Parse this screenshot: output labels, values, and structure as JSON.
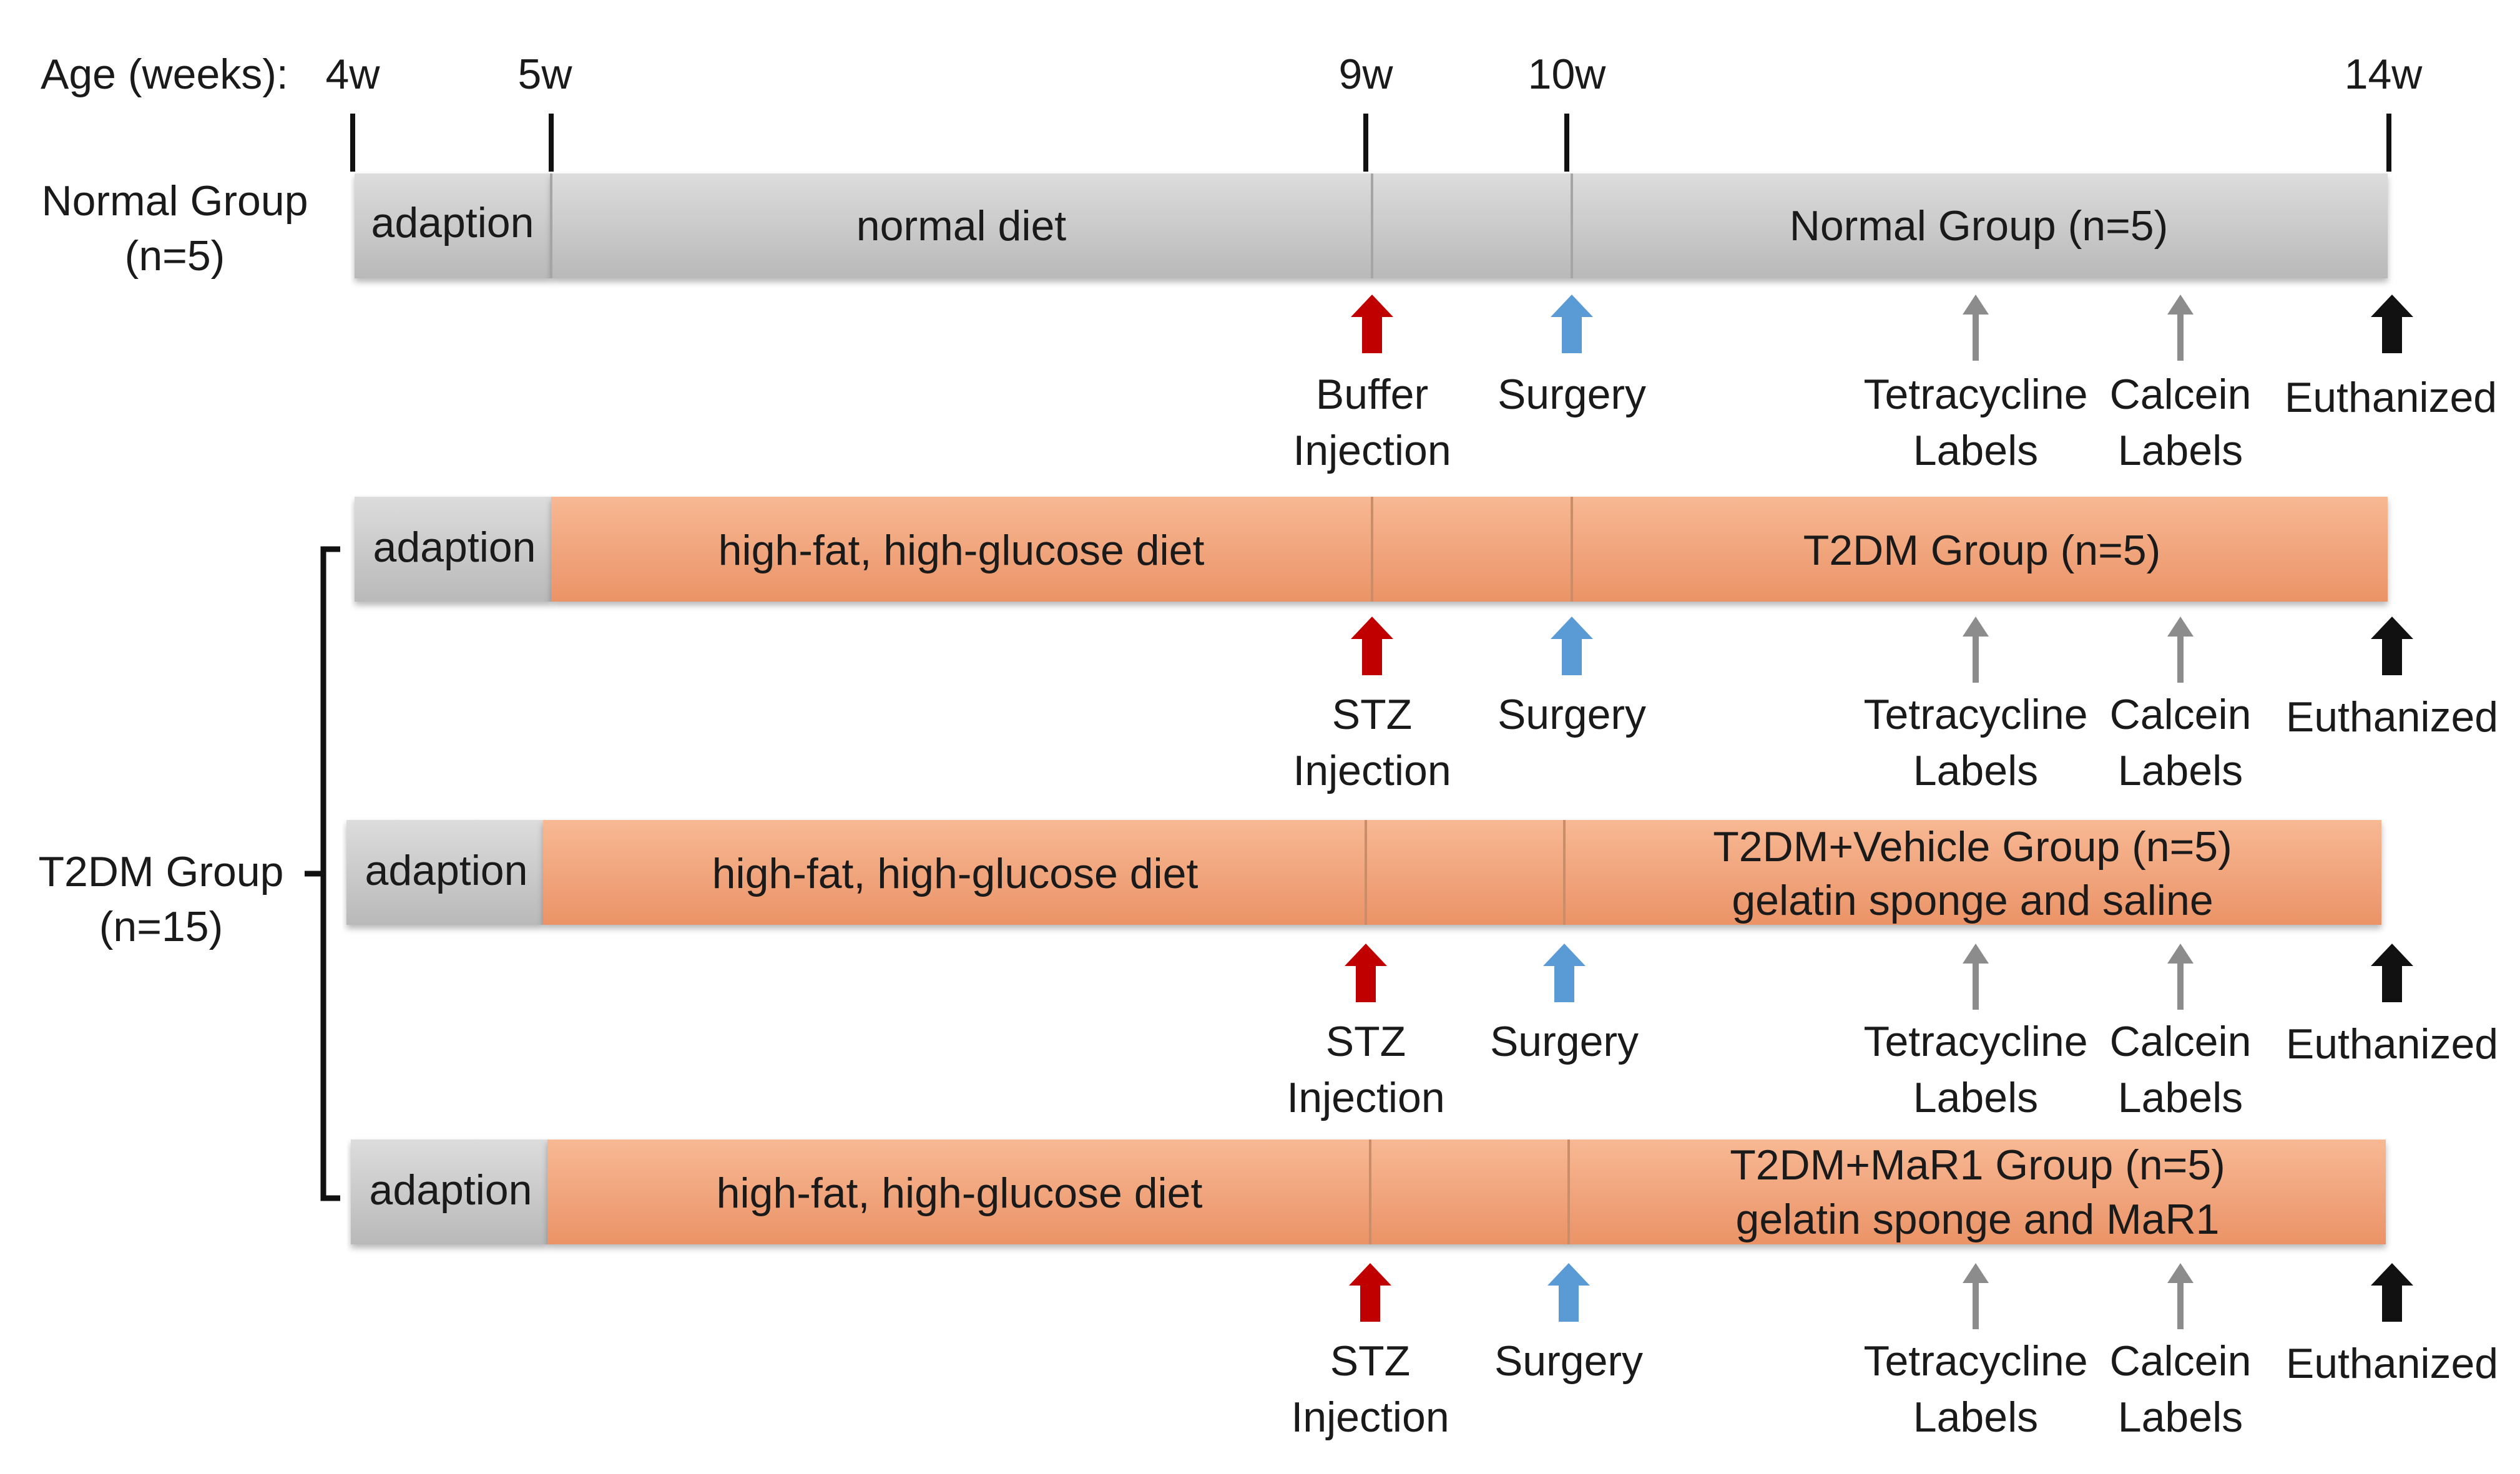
{
  "axis": {
    "label": "Age (weeks):",
    "ticks": [
      {
        "week": 4,
        "label": "4w"
      },
      {
        "week": 5,
        "label": "5w"
      },
      {
        "week": 9,
        "label": "9w"
      },
      {
        "week": 10,
        "label": "10w"
      },
      {
        "week": 14,
        "label": "14w"
      }
    ]
  },
  "groups": {
    "normal": {
      "name": "Normal Group",
      "n": "(n=5)"
    },
    "t2dm": {
      "name": "T2DM Group",
      "n": "(n=15)"
    }
  },
  "colors": {
    "adaption_grey": "#c8c8c8",
    "diet_orange": "#f2a47c",
    "buffer_arrow": "#c00000",
    "surgery_arrow": "#5b9bd5",
    "label_arrow": "#8c8c8c",
    "euthanized_arrow": "#111111"
  },
  "rows": [
    {
      "segments": {
        "adaption": "adaption",
        "diet": "normal diet",
        "group_line1": "Normal Group (n=5)",
        "group_line2": ""
      },
      "events": {
        "injection_line1": "Buffer",
        "injection_line2": "Injection",
        "surgery": "Surgery",
        "tetra_line1": "Tetracycline",
        "tetra_line2": "Labels",
        "calcein_line1": "Calcein",
        "calcein_line2": "Labels",
        "euthanized": "Euthanized"
      }
    },
    {
      "segments": {
        "adaption": "adaption",
        "diet": "high-fat, high-glucose diet",
        "group_line1": "T2DM Group (n=5)",
        "group_line2": ""
      },
      "events": {
        "injection_line1": "STZ",
        "injection_line2": "Injection",
        "surgery": "Surgery",
        "tetra_line1": "Tetracycline",
        "tetra_line2": "Labels",
        "calcein_line1": "Calcein",
        "calcein_line2": "Labels",
        "euthanized": "Euthanized"
      }
    },
    {
      "segments": {
        "adaption": "adaption",
        "diet": "high-fat, high-glucose diet",
        "group_line1": "T2DM+Vehicle Group (n=5)",
        "group_line2": "gelatin sponge and saline"
      },
      "events": {
        "injection_line1": "STZ",
        "injection_line2": "Injection",
        "surgery": "Surgery",
        "tetra_line1": "Tetracycline",
        "tetra_line2": "Labels",
        "calcein_line1": "Calcein",
        "calcein_line2": "Labels",
        "euthanized": "Euthanized"
      }
    },
    {
      "segments": {
        "adaption": "adaption",
        "diet": "high-fat, high-glucose diet",
        "group_line1": "T2DM+MaR1 Group (n=5)",
        "group_line2": "gelatin sponge and MaR1"
      },
      "events": {
        "injection_line1": "STZ",
        "injection_line2": "Injection",
        "surgery": "Surgery",
        "tetra_line1": "Tetracycline",
        "tetra_line2": "Labels",
        "calcein_line1": "Calcein",
        "calcein_line2": "Labels",
        "euthanized": "Euthanized"
      }
    }
  ]
}
